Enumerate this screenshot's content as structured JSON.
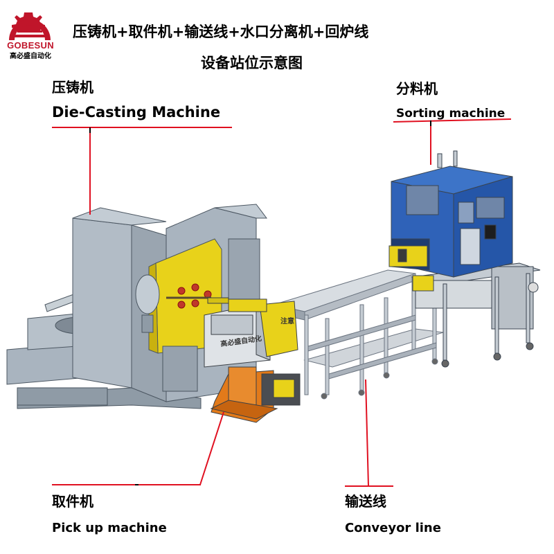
{
  "logo": {
    "brand": "GOBESUN",
    "subtitle": "高必盛自动化",
    "colors": {
      "gear": "#c0152a"
    }
  },
  "title": {
    "line1": "压铸机+取件机+输送线+水口分离机+回炉线",
    "line2": "设备站位示意图"
  },
  "labels": {
    "die_casting": {
      "cn": "压铸机",
      "en": "Die-Casting Machine"
    },
    "sorting": {
      "cn": "分料机",
      "en": "Sorting machine"
    },
    "pickup": {
      "cn": "取件机",
      "en": "Pick up machine"
    },
    "conveyor": {
      "cn": "输送线",
      "en": "Conveyor line"
    }
  },
  "machine_text": {
    "pickup_panel": "高必盛自动化",
    "warning": "注意"
  },
  "colors": {
    "leader": "#e01020",
    "die_casting_body": "#a9b4bf",
    "yellow": "#e8d21a",
    "sorting_cabinet": "#2f62b8",
    "orange": "#e27a1a",
    "frame": "#c5ccd3"
  }
}
